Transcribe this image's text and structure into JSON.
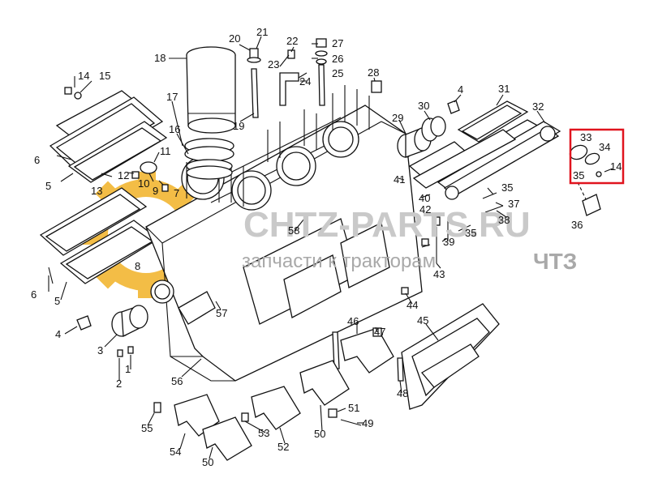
{
  "watermark": {
    "site": "CHTZ-PARTS.RU",
    "tagline": "запчасти к тракторам",
    "brand": "ЧТЗ"
  },
  "colors": {
    "highlight": "#e0141e",
    "gear": "#f2b632",
    "watermark": "#c9c9c9"
  },
  "callouts": {
    "c1": "1",
    "c2": "2",
    "c3": "3",
    "c4a": "4",
    "c4b": "4",
    "c5a": "5",
    "c5b": "5",
    "c6a": "6",
    "c6b": "6",
    "c7": "7",
    "c8": "8",
    "c9": "9",
    "c10": "10",
    "c11": "11",
    "c12": "12",
    "c13": "13",
    "c14a": "14",
    "c14b": "14",
    "c15": "15",
    "c16": "16",
    "c17": "17",
    "c18": "18",
    "c19": "19",
    "c20": "20",
    "c21": "21",
    "c22": "22",
    "c23": "23",
    "c24": "24",
    "c25": "25",
    "c26": "26",
    "c27": "27",
    "c28": "28",
    "c29": "29",
    "c30": "30",
    "c31": "31",
    "c32": "32",
    "c33": "33",
    "c34": "34",
    "c35a": "35",
    "c35b": "35",
    "c35c": "35",
    "c36": "36",
    "c37": "37",
    "c38": "38",
    "c39": "39",
    "c40": "40",
    "c41": "41",
    "c42": "42",
    "c43": "43",
    "c44": "44",
    "c45": "45",
    "c46": "46",
    "c47": "47",
    "c48": "48",
    "c49": "49",
    "c50a": "50",
    "c50b": "50",
    "c51": "51",
    "c52": "52",
    "c53": "53",
    "c54": "54",
    "c55": "55",
    "c56": "56",
    "c57": "57",
    "c58": "58"
  }
}
